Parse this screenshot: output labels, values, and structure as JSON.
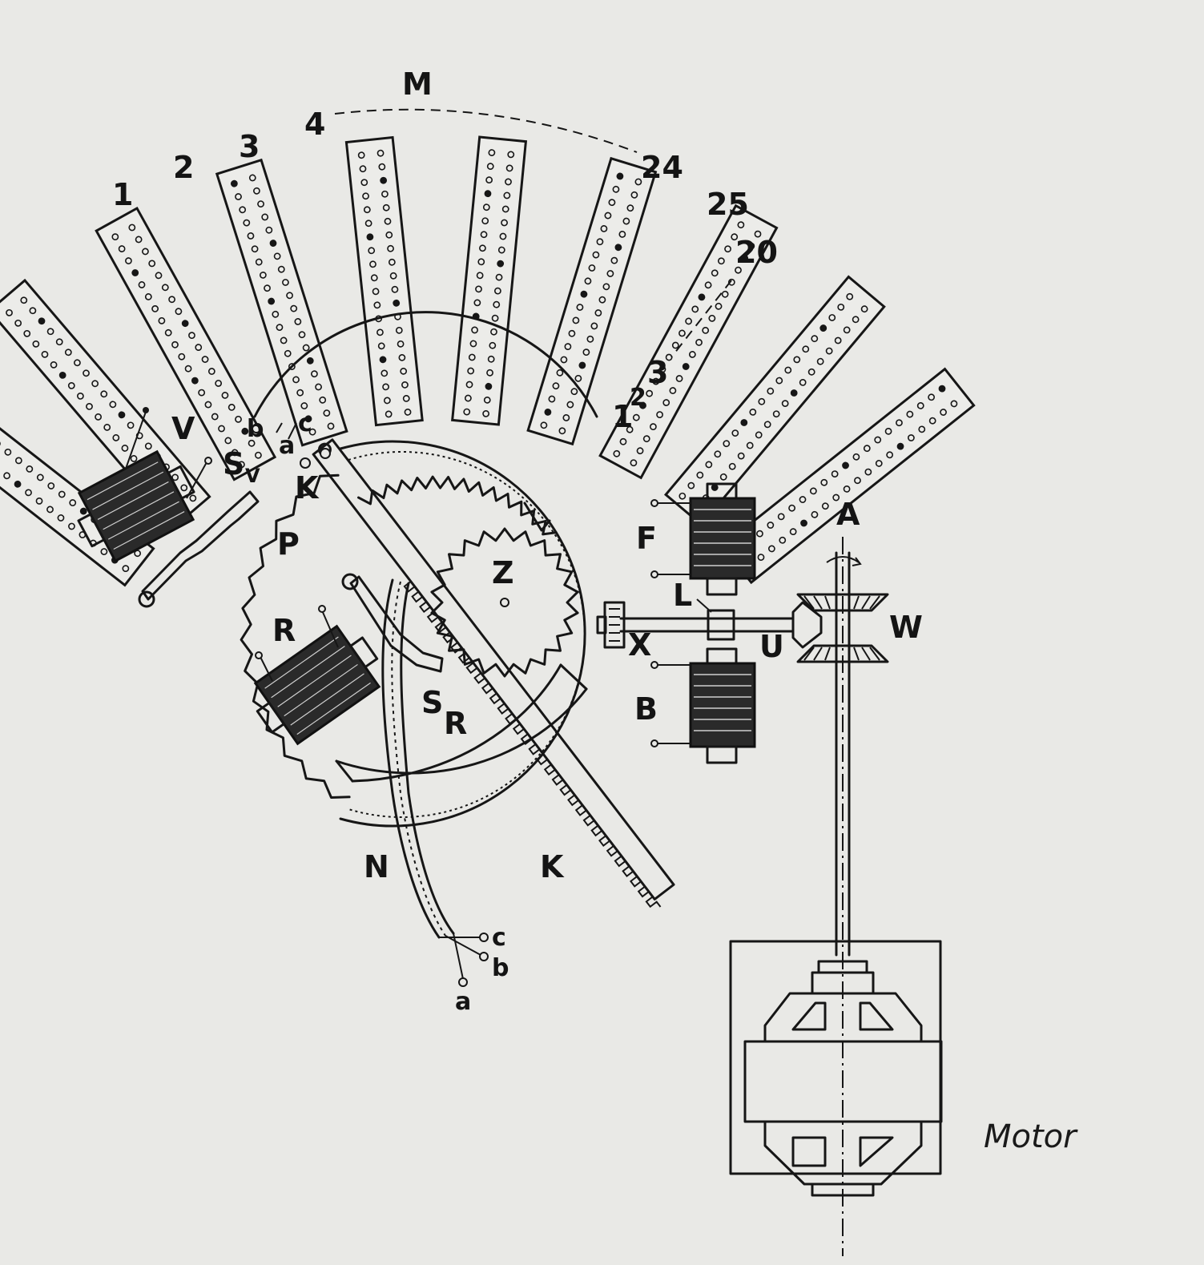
{
  "diagram": {
    "labels": {
      "magazine": "M",
      "strip_1": "1",
      "strip_2": "2",
      "strip_3": "3",
      "strip_4": "4",
      "strip_24": "24",
      "strip_25": "25",
      "row_20": "20",
      "row_1": "1",
      "row_2": "2",
      "row_3": "3",
      "contact_c_top": "c",
      "contact_a_top": "a",
      "contact_b_top": "b",
      "magnet_v": "V",
      "switch_s": "S",
      "switch_s_sub": "V",
      "rack_k_top": "K",
      "wheel_p": "P",
      "gear_z": "Z",
      "magnet_r": "R",
      "switch_sr": "S",
      "switch_sr_sub": "R",
      "cable_n": "N",
      "rack_k_bottom": "K",
      "wire_c": "c",
      "wire_b": "b",
      "wire_a": "a",
      "magnet_f": "F",
      "magnet_b": "B",
      "coupling_l": "L",
      "shaft_x": "X",
      "bevel_u": "U",
      "bevel_w": "W",
      "axis_a": "A"
    },
    "caption": "Motor"
  }
}
